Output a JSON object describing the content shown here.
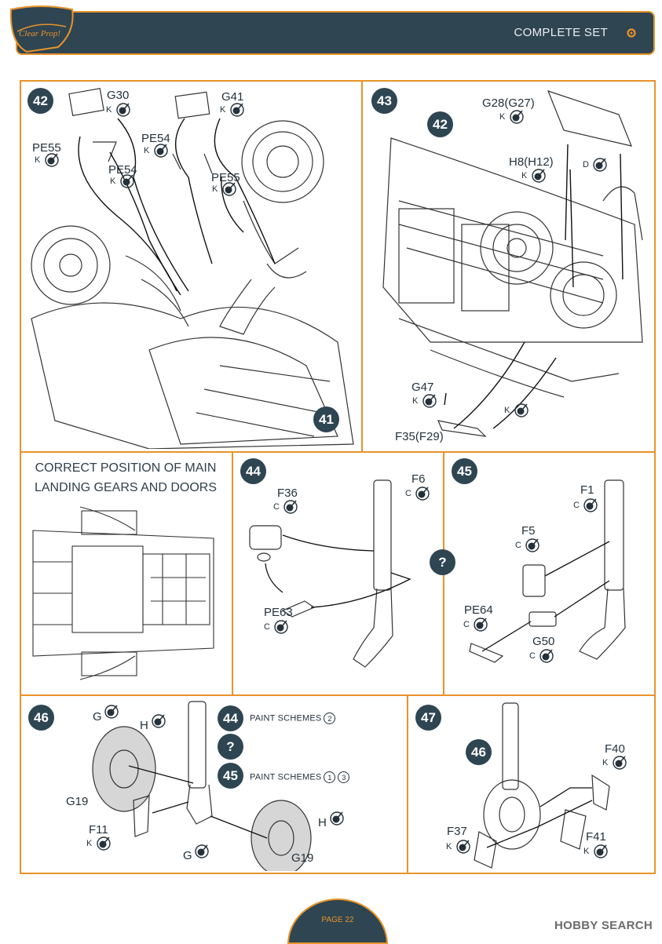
{
  "header": {
    "title": "COMPLETE SET",
    "logo_text": "Clear Prop!"
  },
  "footer": {
    "page_label": "PAGE 22",
    "watermark": "HOBBY SEARCH"
  },
  "step42": {
    "number": "42",
    "labels": {
      "g30": "G30",
      "g41": "G41",
      "pe55a": "PE55",
      "pe54a": "PE54",
      "pe54b": "PE54",
      "pe55b": "PE55"
    },
    "ref": "41"
  },
  "step43": {
    "number": "43",
    "sub": "42",
    "labels": {
      "g28": "G28(G27)",
      "h8": "H8(H12)",
      "g47": "G47",
      "f35": "F35(F29)"
    }
  },
  "correct_position": {
    "line1": "CORRECT POSITION OF MAIN",
    "line2": "LANDING GEARS AND DOORS"
  },
  "step44": {
    "number": "44",
    "labels": {
      "f36": "F36",
      "f6": "F6",
      "pe63": "PE63"
    }
  },
  "step45": {
    "number": "45",
    "labels": {
      "f1": "F1",
      "f5": "F5",
      "pe64": "PE64",
      "g50": "G50"
    }
  },
  "step46": {
    "number": "46",
    "labels": {
      "g": "G",
      "h": "H",
      "g19a": "G19",
      "f11": "F11",
      "h2": "H",
      "g2": "G",
      "g19b": "G19"
    },
    "ref44": "44",
    "ref45": "45",
    "paint_a": "PAINT SCHEMES",
    "paint_a_n": "2",
    "paint_b": "PAINT SCHEMES",
    "paint_b_n1": "1",
    "paint_b_n2": "3"
  },
  "step47": {
    "number": "47",
    "sub": "46",
    "labels": {
      "f40": "F40",
      "f37": "F37",
      "f41": "F41"
    }
  },
  "paint": {
    "k": "K",
    "c": "C",
    "d": "D",
    "q": "?"
  },
  "colors": {
    "frame": "#e8932b",
    "navy": "#2f4551",
    "ink": "#24313a"
  }
}
